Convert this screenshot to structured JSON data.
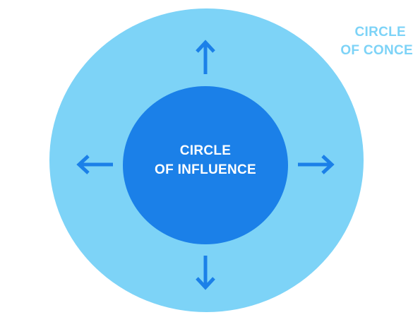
{
  "diagram": {
    "inner_circle": {
      "label_lines": [
        "CIRCLE",
        "OF INFLUENCE"
      ],
      "color": "#1b80e8"
    },
    "outer_circle": {
      "label_lines": [
        "CIRCLE",
        "OF CONCE"
      ],
      "color": "#7dd3f7"
    },
    "arrow_color": "#1b80e8",
    "arrows": [
      "up",
      "down",
      "left",
      "right"
    ]
  }
}
